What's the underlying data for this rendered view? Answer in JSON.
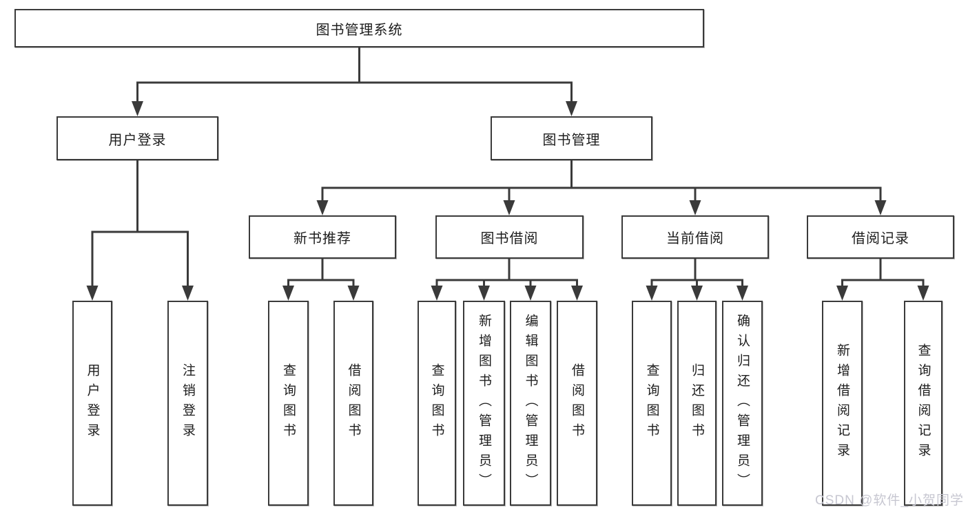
{
  "watermark": "CSDN @软件_小贺同学",
  "colors": {
    "background": "#ffffff",
    "box_border": "#3a3a3a",
    "connector_line": "#3a3a3a",
    "text": "#1d1d1d",
    "watermark_text": "#c7c7d1"
  },
  "tree": {
    "label": "图书管理系统",
    "children": [
      {
        "label": "用户登录",
        "children": [
          "用户登录",
          "注销登录"
        ]
      },
      {
        "label": "图书管理",
        "children": [
          {
            "label": "新书推荐",
            "children": [
              "查询图书",
              "借阅图书"
            ]
          },
          {
            "label": "图书借阅",
            "children": [
              "查询图书",
              "新增图书（管理员）",
              "编辑图书（管理员）",
              "借阅图书"
            ]
          },
          {
            "label": "当前借阅",
            "children": [
              "查询图书",
              "归还图书",
              "确认归还（管理员）"
            ]
          },
          {
            "label": "借阅记录",
            "children": [
              "新增借阅记录",
              "查询借阅记录"
            ]
          }
        ]
      }
    ]
  }
}
